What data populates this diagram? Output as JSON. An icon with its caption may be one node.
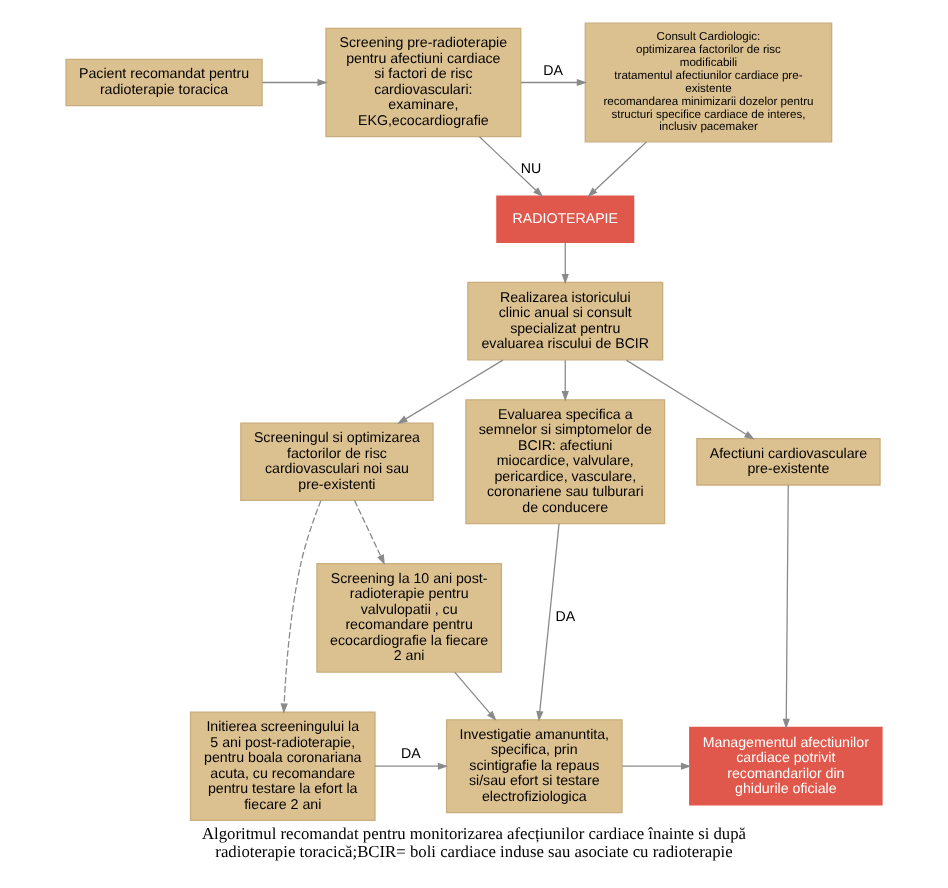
{
  "diagram": {
    "caption": "Algoritmul recomandat pentru monitorizarea afecțiunilor cardiace înainte si după radioterapie toracică;BCIR= boli cardiace induse sau asociate cu radioterapie",
    "nodes": [
      {
        "text": [
          "Pacient recomandat pentru radioterapie toracica"
        ]
      },
      {
        "text": [
          "Screening pre-radioterapie pentru afectiuni cardiace si factori de risc cardiovasculari: examinare, EKG,ecocardiografie"
        ]
      },
      {
        "text": [
          "Consult Cardiologic:",
          "optimizarea factorilor de risc modificabili",
          "tratamentul afectiunilor cardiace pre-existente",
          "recomandarea minimizarii dozelor pentru structuri specifice cardiace de interes, inclusiv pacemaker"
        ]
      },
      {
        "text": [
          "RADIOTERAPIE"
        ]
      },
      {
        "text": [
          "Realizarea istoricului clinic anual si consult specializat pentru evaluarea riscului de BCIR"
        ]
      },
      {
        "text": [
          "Screeningul si optimizarea factorilor de risc cardiovasculari noi sau pre-existenti"
        ]
      },
      {
        "text": [
          "Evaluarea specifica a semnelor si simptomelor de BCIR: afectiuni miocardice, valvulare, pericardice, vasculare, coronariene sau tulburari de conducere"
        ]
      },
      {
        "text": [
          "Afectiuni cardiovasculare pre-existente"
        ]
      },
      {
        "text": [
          "Initierea screeningului la 5 ani post-radioterapie, pentru boala coronariana acuta, cu recomandare pentru testare la efort la fiecare 2 ani"
        ]
      },
      {
        "text": [
          "Investigatie amanuntita, specifica, prin scintigrafie la repaus si/sau efort si testare electrofiziologica"
        ]
      },
      {
        "text": [
          "Managementul afectiunilor cardiace potrivit recomandarilor din ghidurile oficiale"
        ]
      },
      {
        "text": [
          "Screening la 10 ani post-radioterapie pentru valvulopatii , cu recomandare pentru ecocardiografie la fiecare 2 ani"
        ]
      }
    ],
    "edges": [
      {
        "from": 0,
        "to": 1,
        "arrow": "to"
      },
      {
        "from": 1,
        "to": 2,
        "arrow": "to",
        "label": "DA"
      },
      {
        "from": 1,
        "to": 3,
        "arrow": "to",
        "label": "NU"
      },
      {
        "from": 2,
        "to": 3,
        "arrow": "to"
      },
      {
        "from": 3,
        "to": 4,
        "arrow": "to"
      },
      {
        "from": 4,
        "to": 5,
        "arrow": "to"
      },
      {
        "from": 4,
        "to": 6,
        "arrow": "to"
      },
      {
        "from": 4,
        "to": 7,
        "arrow": "to"
      },
      {
        "from": 5,
        "to": 8,
        "arrow": "to",
        "style": "dashed"
      },
      {
        "from": 5,
        "to": 11,
        "arrow": "to",
        "style": "dashed"
      },
      {
        "from": 8,
        "to": 9,
        "arrow": "to",
        "label": "DA"
      },
      {
        "from": 11,
        "to": 9,
        "arrow": "to"
      },
      {
        "from": 6,
        "to": 9,
        "arrow": "to",
        "label": "DA"
      },
      {
        "from": 9,
        "to": 10,
        "arrow": "to"
      },
      {
        "from": 7,
        "to": 10,
        "arrow": "to"
      }
    ]
  }
}
